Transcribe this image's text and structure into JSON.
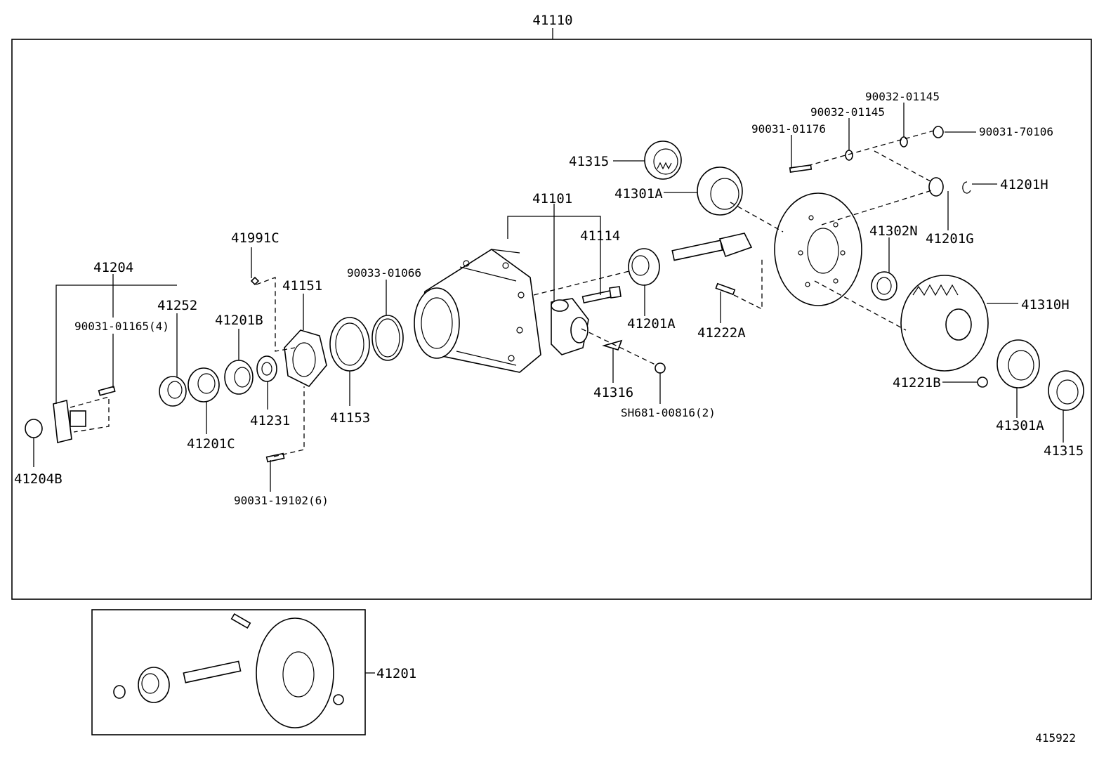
{
  "diagram_id": "415922",
  "assembly": {
    "label": "41110",
    "sub_assembly_label": "41201"
  },
  "parts": {
    "p41101": "41101",
    "p41114": "41114",
    "p41315_top": "41315",
    "p41301A_top": "41301A",
    "p41201A": "41201A",
    "p41222A": "41222A",
    "p41316": "41316",
    "pSH681": "SH681-00816(2)",
    "p90031_01176": "90031-01176",
    "p90032_01145_a": "90032-01145",
    "p90032_01145_b": "90032-01145",
    "p90031_70106": "90031-70106",
    "p41201H": "41201H",
    "p41201G": "41201G",
    "p41302N": "41302N",
    "p41310H": "41310H",
    "p41221B": "41221B",
    "p41301A_bot": "41301A",
    "p41315_bot": "41315",
    "p41991C": "41991C",
    "p41151": "41151",
    "p90033_01066": "90033-01066",
    "p41153": "41153",
    "p41231": "41231",
    "p41201B": "41201B",
    "p41201C": "41201C",
    "p41252": "41252",
    "p41204": "41204",
    "p90031_01165": "90031-01165(4)",
    "p41204B": "41204B",
    "p90031_19102": "90031-19102(6)"
  },
  "icons": [
    "differential-carrier-housing-icon",
    "ring-gear-icon",
    "drive-pinion-icon",
    "bearing-icon",
    "bolt-icon",
    "oil-seal-icon",
    "companion-flange-icon",
    "differential-case-icon"
  ]
}
